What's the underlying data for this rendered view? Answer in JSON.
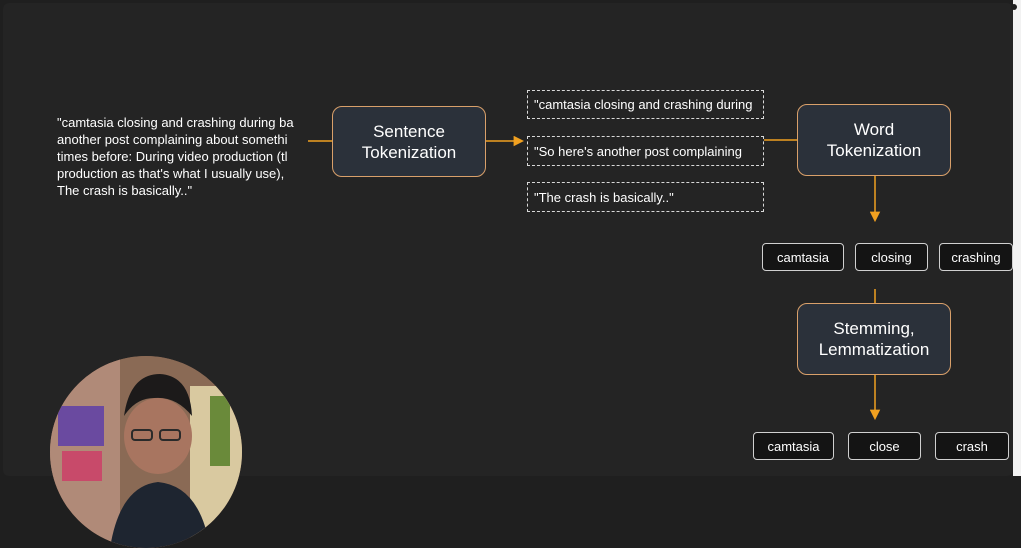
{
  "source_text": {
    "lines": [
      "\"camtasia closing and crashing during ba",
      "another post complaining about somethi",
      "times before: During video production (tl",
      "production as that's what I usually use),",
      "The crash is basically..\""
    ]
  },
  "nodes": {
    "sentence_tokenization": [
      "Sentence",
      "Tokenization"
    ],
    "word_tokenization": [
      "Word",
      "Tokenization"
    ],
    "stemming_lemmatization": [
      "Stemming,",
      "Lemmatization"
    ]
  },
  "sentences": [
    "\"camtasia closing and crashing during",
    "\"So here's  another post complaining",
    "\"The crash is basically..\""
  ],
  "word_tokens": [
    "camtasia",
    "closing",
    "crashing"
  ],
  "stemmed_tokens": [
    "camtasia",
    "close",
    "crash"
  ],
  "colors": {
    "background": "#242424",
    "node_fill": "#2b313a",
    "node_border": "#d9a06a",
    "arrow": "#f0a020",
    "token_fill": "#141414"
  },
  "icons": [
    "arrow-right-icon",
    "arrow-down-icon"
  ]
}
